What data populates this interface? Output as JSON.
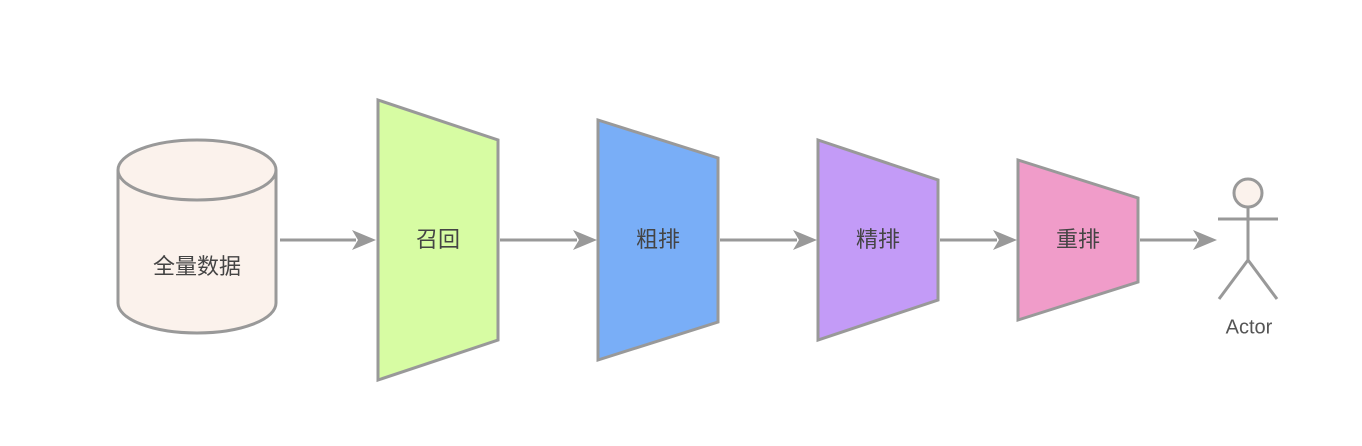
{
  "nodes": {
    "database": {
      "label": "全量数据",
      "color": "#FBF2EC"
    },
    "recall": {
      "label": "召回",
      "color": "#D7FCA3"
    },
    "coarse_rank": {
      "label": "粗排",
      "color": "#79AEF7"
    },
    "fine_rank": {
      "label": "精排",
      "color": "#C39BF7"
    },
    "rerank": {
      "label": "重排",
      "color": "#F09CC9"
    },
    "actor": {
      "label": "Actor",
      "color": "#FBF2EC"
    }
  },
  "edges": [
    {
      "from": "database",
      "to": "recall"
    },
    {
      "from": "recall",
      "to": "coarse_rank"
    },
    {
      "from": "coarse_rank",
      "to": "fine_rank"
    },
    {
      "from": "fine_rank",
      "to": "rerank"
    },
    {
      "from": "rerank",
      "to": "actor"
    }
  ],
  "colors": {
    "stroke": "#999999",
    "text": "#444444"
  }
}
